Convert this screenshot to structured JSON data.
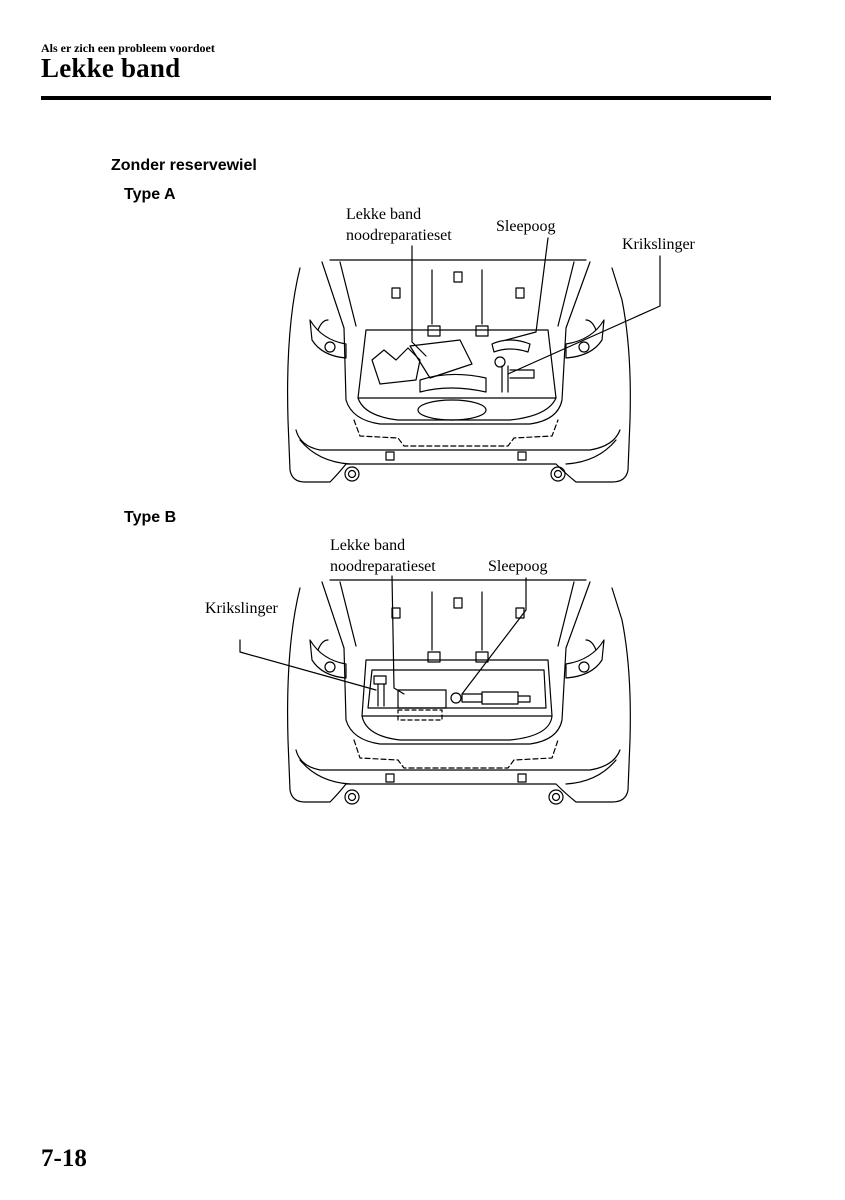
{
  "header": {
    "section": "Als er zich een probleem voordoet",
    "title": "Lekke band"
  },
  "subheading": "Zonder reservewiel",
  "figures": [
    {
      "type_label": "Type A",
      "callouts": {
        "kit": "Lekke band\nnoodreparatieset",
        "towing": "Sleepoog",
        "jack": "Krikslinger"
      }
    },
    {
      "type_label": "Type B",
      "callouts": {
        "kit": "Lekke band\nnoodreparatieset",
        "towing": "Sleepoog",
        "jack": "Krikslinger"
      }
    }
  ],
  "footer": {
    "page_number": "7-18"
  }
}
